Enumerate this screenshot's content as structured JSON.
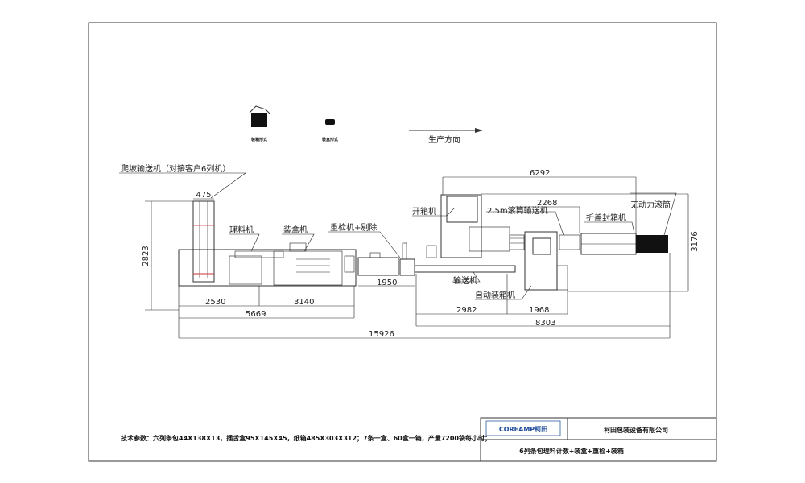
{
  "drawing": {
    "legend": {
      "case_form": "装箱形式",
      "box_form": "装盒形式",
      "direction": "生产方向"
    },
    "labels": {
      "belt_conveyor": "爬坡输送机（对接客户6列机）",
      "sorter": "理料机",
      "cartoner": "装盒机",
      "checkweigher": "重检机+剔除",
      "case_erector": "开箱机",
      "roller_conveyor": "2.5m滚筒输送机",
      "conveyor": "输送机",
      "case_packer": "自动装箱机",
      "case_sealer": "折盖封箱机",
      "gravity_roller": "无动力滚筒"
    },
    "dimensions": {
      "d475": "475",
      "d2823": "2823",
      "d2530": "2530",
      "d3140": "3140",
      "d5669": "5669",
      "d1950": "1950",
      "d15926": "15926",
      "d6292": "6292",
      "d2268": "2268",
      "d3176": "3176",
      "d2982": "2982",
      "d1968": "1968",
      "d8303": "8303"
    },
    "tech_params": "技术参数：六列条包44X138X13，插舌盒95X145X45，纸箱485X303X312；7条一盒、60盒一箱，产量7200袋每小时；"
  },
  "title_block": {
    "logo": "COREAMP柯田",
    "company": "柯田包装设备有限公司",
    "drawing_title": "6列条包理料计数+装盒+重检+装箱"
  }
}
